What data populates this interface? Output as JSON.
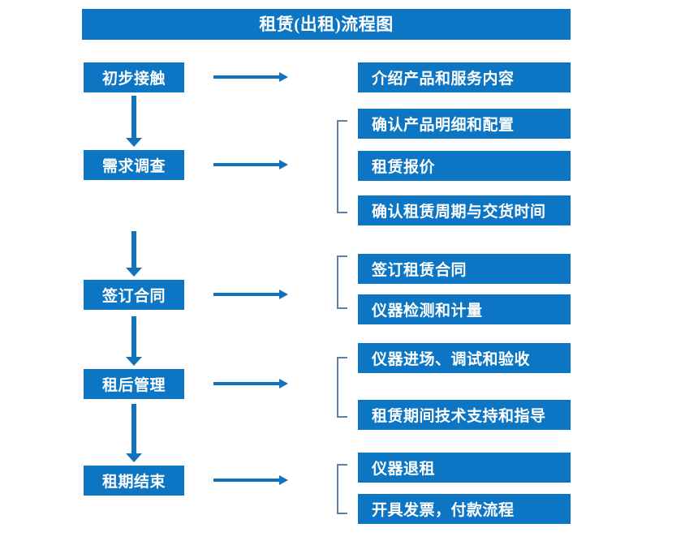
{
  "diagram": {
    "title": "租赁(出租)流程图",
    "colors": {
      "box_blue": "#0d76c4",
      "arrow_blue": "#1273bd",
      "bracket_gray_blue": "#5b7fa6",
      "text_white": "#ffffff",
      "background": "#ffffff"
    },
    "stages": [
      {
        "id": "stage-1",
        "label": "初步接触",
        "details": [
          "介绍产品和服务内容"
        ],
        "bracketed": false
      },
      {
        "id": "stage-2",
        "label": "需求调查",
        "details": [
          "确认产品明细和配置",
          "租赁报价",
          "确认租赁周期与交货时间"
        ],
        "bracketed": true
      },
      {
        "id": "stage-3",
        "label": "签订合同",
        "details": [
          "签订租赁合同",
          "仪器检测和计量"
        ],
        "bracketed": true
      },
      {
        "id": "stage-4",
        "label": "租后管理",
        "details": [
          "仪器进场、调试和验收",
          "租赁期间技术支持和指导"
        ],
        "bracketed": true
      },
      {
        "id": "stage-5",
        "label": "租期结束",
        "details": [
          "仪器退租",
          "开具发票，付款流程"
        ],
        "bracketed": true
      }
    ],
    "connectors": {
      "vertical_arrow_count": 4,
      "horizontal_arrow_count": 5,
      "bracket_count": 4
    }
  }
}
